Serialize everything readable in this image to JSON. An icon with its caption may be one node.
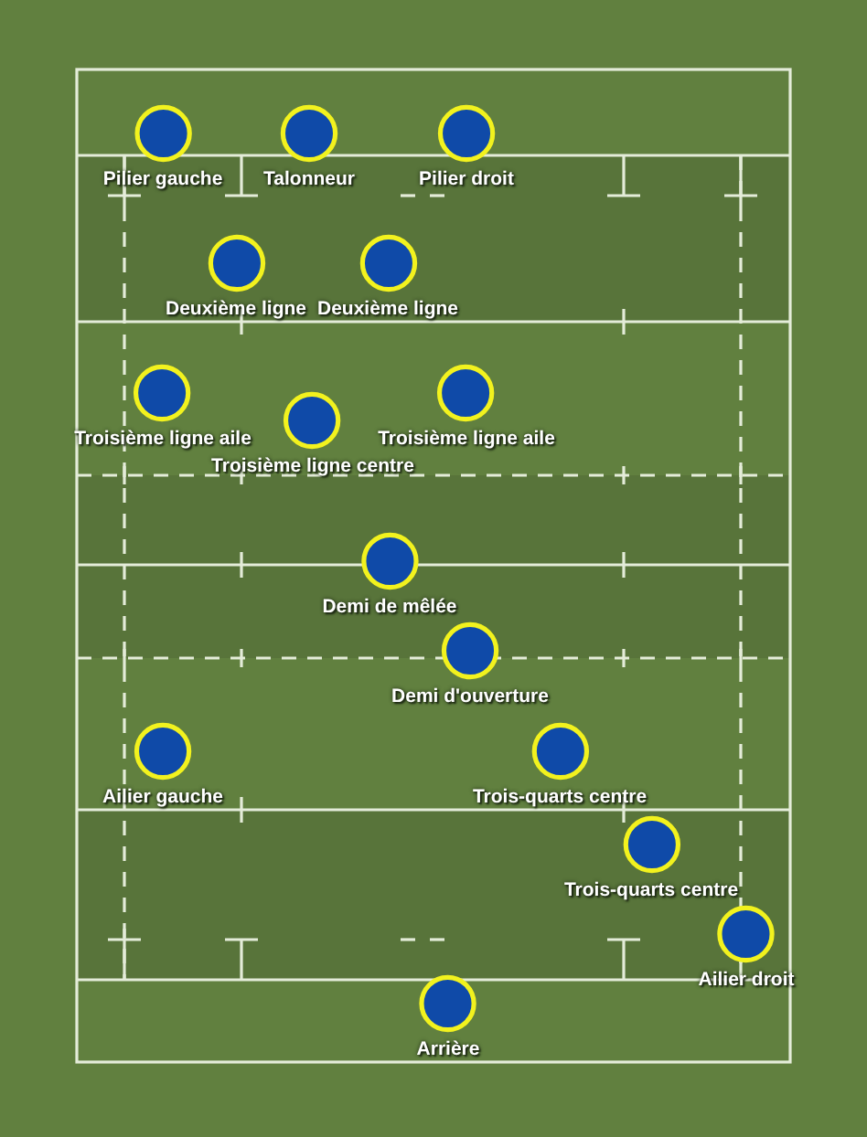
{
  "diagram": {
    "nodes": [
      {
        "text": [
          "Pilier gauche"
        ]
      },
      {
        "text": [
          "Talonneur"
        ]
      },
      {
        "text": [
          "Pilier droit"
        ]
      },
      {
        "text": [
          "Deuxième ligne"
        ]
      },
      {
        "text": [
          "Deuxième ligne"
        ]
      },
      {
        "text": [
          "Troisième ligne aile"
        ]
      },
      {
        "text": [
          "Troisième ligne aile"
        ]
      },
      {
        "text": [
          "Troisième ligne centre"
        ]
      },
      {
        "text": [
          "Demi de mêlée"
        ]
      },
      {
        "text": [
          "Demi d'ouverture"
        ]
      },
      {
        "text": [
          "Ailier gauche"
        ]
      },
      {
        "text": [
          "Trois-quarts centre"
        ]
      },
      {
        "text": [
          "Trois-quarts centre"
        ]
      },
      {
        "text": [
          "Ailier droit"
        ]
      },
      {
        "text": [
          "Arrière"
        ]
      }
    ]
  }
}
